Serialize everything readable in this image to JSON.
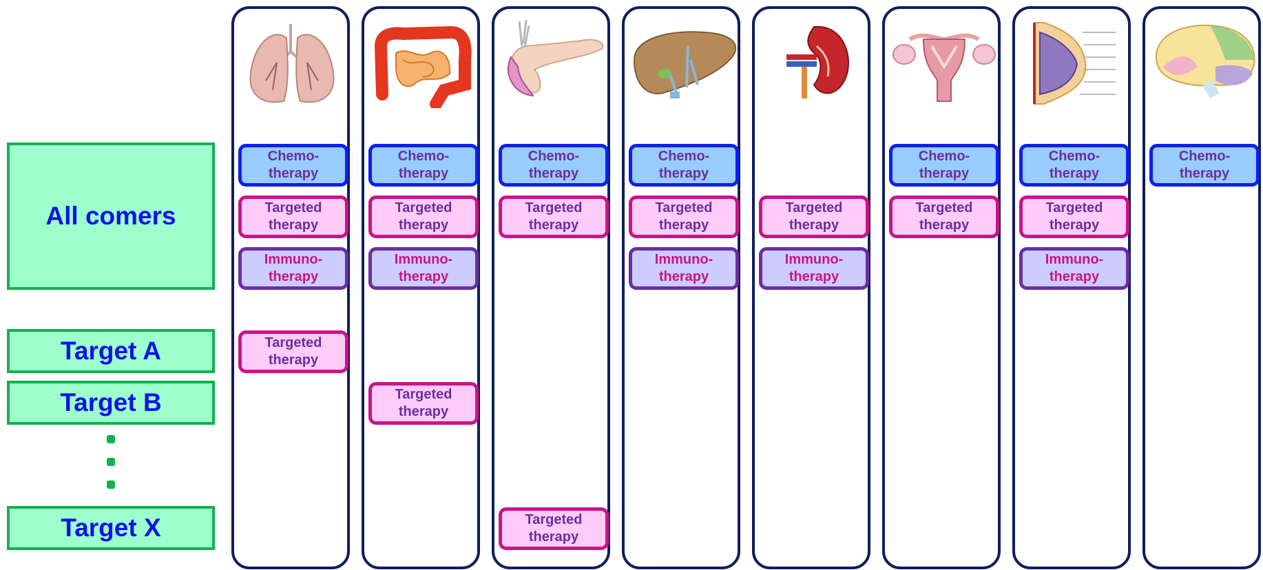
{
  "row_labels": {
    "all_comers": "All comers",
    "target_a": "Target A",
    "target_b": "Target B",
    "target_x": "Target X"
  },
  "therapy": {
    "chemo": {
      "line1": "Chemo-",
      "line2": "therapy"
    },
    "targeted": {
      "line1": "Targeted",
      "line2": "therapy"
    },
    "immuno": {
      "line1": "Immuno-",
      "line2": "therapy"
    }
  },
  "columns": [
    {
      "organ": "lungs-icon",
      "therapies": [
        "chemo",
        "targeted",
        "immuno"
      ],
      "targeted_row": "target_a"
    },
    {
      "organ": "colon-icon",
      "therapies": [
        "chemo",
        "targeted",
        "immuno"
      ],
      "targeted_row": "target_b"
    },
    {
      "organ": "pancreas-icon",
      "therapies": [
        "chemo",
        "targeted"
      ],
      "targeted_row": "target_x"
    },
    {
      "organ": "liver-icon",
      "therapies": [
        "chemo",
        "targeted",
        "immuno"
      ],
      "targeted_row": null
    },
    {
      "organ": "kidney-icon",
      "therapies": [
        "targeted",
        "immuno"
      ],
      "targeted_row": null
    },
    {
      "organ": "uterus-icon",
      "therapies": [
        "chemo",
        "targeted"
      ],
      "targeted_row": null
    },
    {
      "organ": "breast-icon",
      "therapies": [
        "chemo",
        "targeted",
        "immuno"
      ],
      "targeted_row": null
    },
    {
      "organ": "brain-icon",
      "therapies": [
        "chemo"
      ],
      "targeted_row": null
    }
  ],
  "colors": {
    "label_fill": "#9dffcb",
    "label_border": "#13b24f",
    "label_text": "#0b12ee",
    "column_border": "#0e1f5c",
    "chemo_fill": "#99ccff",
    "chemo_border": "#0e1ff0",
    "targeted_fill": "#ffccf9",
    "targeted_border": "#cc1386",
    "immuno_fill": "#ccccff",
    "immuno_border": "#6a2ea2"
  }
}
